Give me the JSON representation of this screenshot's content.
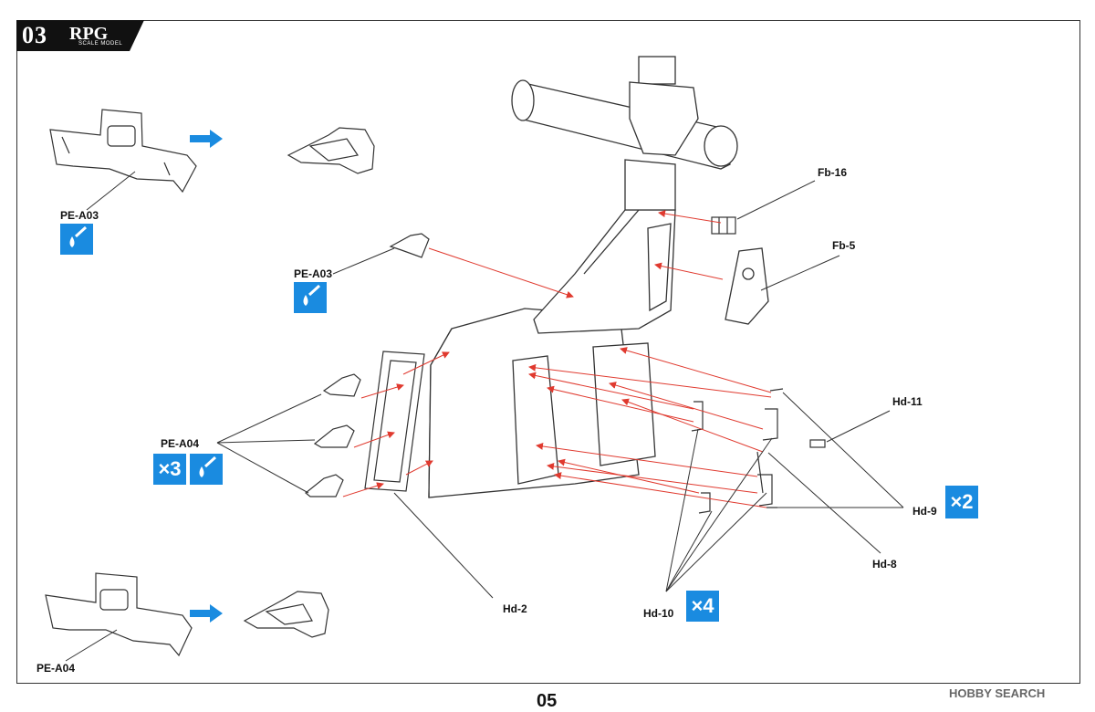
{
  "step": {
    "number": "03",
    "brand": "RPG",
    "brand_sub": "SCALE MODEL"
  },
  "labels": {
    "pe_a03_top": "PE-A03",
    "pe_a03_mid": "PE-A03",
    "pe_a04_mid": "PE-A04",
    "pe_a04_bottom": "PE-A04",
    "fb16": "Fb-16",
    "fb5": "Fb-5",
    "hd11": "Hd-11",
    "hd9": "Hd-9",
    "hd8": "Hd-8",
    "hd2": "Hd-2",
    "hd10": "Hd-10"
  },
  "multipliers": {
    "pe_a04": "×3",
    "hd9": "×2",
    "hd10": "×4"
  },
  "icons": {
    "glue": "glue-drop-icon",
    "arrow": "blue-arrow-icon"
  },
  "colors": {
    "accent_blue": "#1a8be0",
    "arrow_red": "#e03a2f",
    "line_gray": "#555555"
  },
  "footer": {
    "page": "05",
    "watermark": "HOBBY SEARCH"
  }
}
